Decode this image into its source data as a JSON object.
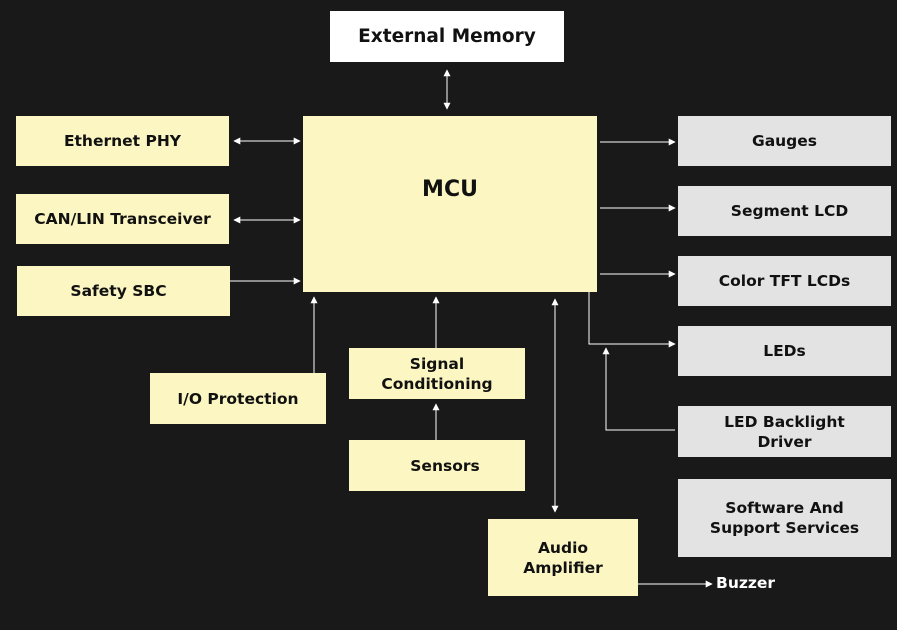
{
  "colors": {
    "background": "#1a1919",
    "block_fill": "#fcf7c2",
    "peripheral_fill": "#e3e3e3",
    "memory_fill": "#ffffff",
    "connector": "#ffffff"
  },
  "blocks": {
    "external_memory": "External Memory",
    "mcu": "MCU",
    "ethernet_phy": "Ethernet PHY",
    "can_lin": "CAN/LIN Transceiver",
    "safety_sbc": "Safety SBC",
    "io_protection": "I/O Protection",
    "signal_conditioning": "Signal\nConditioning",
    "sensors": "Sensors",
    "audio_amplifier": "Audio\nAmplifier",
    "buzzer": "Buzzer"
  },
  "outputs": {
    "gauges": "Gauges",
    "segment_lcd": "Segment LCD",
    "color_tft": "Color TFT LCDs",
    "leds": "LEDs",
    "led_backlight": "LED Backlight\nDriver",
    "software": "Software And\nSupport Services"
  }
}
